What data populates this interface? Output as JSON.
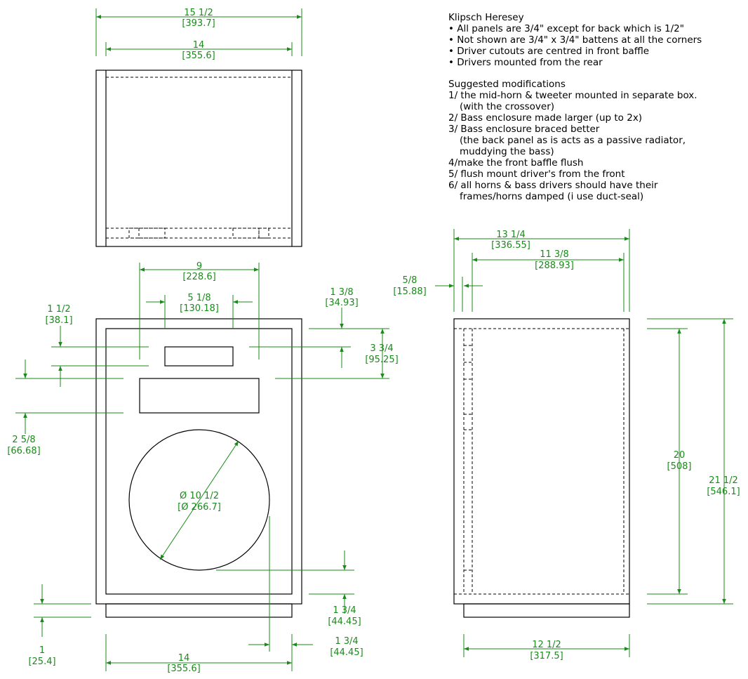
{
  "notes": {
    "title": "Klipsch Heresey",
    "bullets": [
      "• All panels are 3/4\" except for back which is 1/2\"",
      "• Not shown are 3/4\" x 3/4\" battens at all the corners",
      "• Driver cutouts are centred in front baffle",
      "• Drivers mounted from the rear"
    ],
    "mods_title": "Suggested modifications",
    "mods": [
      "1/ the mid-horn & tweeter mounted in separate box.",
      "    (with the crossover)",
      "2/ Bass enclosure made larger (up to 2x)",
      "3/ Bass enclosure braced better",
      "    (the back panel as is acts as a passive radiator,",
      "    muddying the bass)",
      "4/make the front baffle flush",
      "5/ flush mount driver's from the front",
      "6/ all horns & bass drivers should have their",
      "    frames/horns damped (i use duct-seal)"
    ]
  },
  "dims": {
    "top_outer": [
      "15 1/2",
      "[393.7]"
    ],
    "top_inner": [
      "14",
      "[355.6]"
    ],
    "front_9": [
      "9",
      "[228.6]"
    ],
    "front_5_1_8": [
      "5 1/8",
      "[130.18]"
    ],
    "front_1_3_8": [
      "1 3/8",
      "[34.93]"
    ],
    "front_1_1_2": [
      "1 1/2",
      "[38.1]"
    ],
    "front_3_3_4": [
      "3 3/4",
      "[95.25]"
    ],
    "front_2_5_8": [
      "2 5/8",
      "[66.68]"
    ],
    "woofer_dia": [
      "Ø 10 1/2",
      "[Ø 266.7]"
    ],
    "front_1_3_4_a": [
      "1 3/4",
      "[44.45]"
    ],
    "front_1_3_4_b": [
      "1 3/4",
      "[44.45]"
    ],
    "front_1": [
      "1",
      "[25.4]"
    ],
    "front_bottom_14": [
      "14",
      "[355.6]"
    ],
    "side_13_1_4": [
      "13 1/4",
      "[336.55]"
    ],
    "side_11_3_8": [
      "11 3/8",
      "[288.93]"
    ],
    "side_5_8": [
      "5/8",
      "[15.88]"
    ],
    "side_20": [
      "20",
      "[508]"
    ],
    "side_21_1_2": [
      "21 1/2",
      "[546.1]"
    ],
    "side_12_1_2": [
      "12 1/2",
      "[317.5]"
    ]
  },
  "colors": {
    "dimension": "#1a8a1a",
    "outline": "#000000"
  }
}
